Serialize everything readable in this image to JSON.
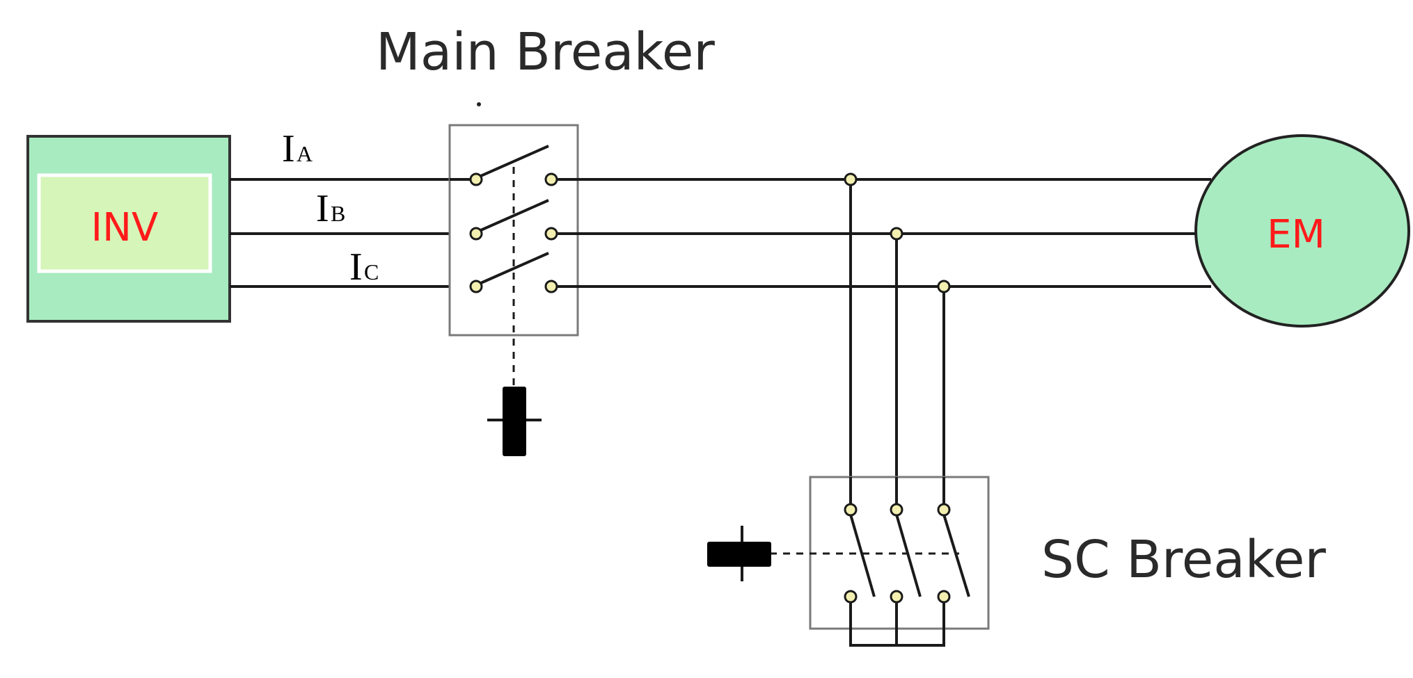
{
  "labels": {
    "main_breaker": "Main Breaker",
    "sc_breaker": "SC Breaker",
    "inverter": "INV",
    "motor": "EM"
  },
  "currents": [
    {
      "main": "I",
      "sub": "A"
    },
    {
      "main": "I",
      "sub": "B"
    },
    {
      "main": "I",
      "sub": "C"
    }
  ],
  "colors": {
    "inverter_fill": "#a8ebc0",
    "inverter_inner": "#d6f5b8",
    "motor_fill": "#a8ebc0",
    "label_red": "#ff1a1a",
    "node_fill": "#f3efb0"
  }
}
